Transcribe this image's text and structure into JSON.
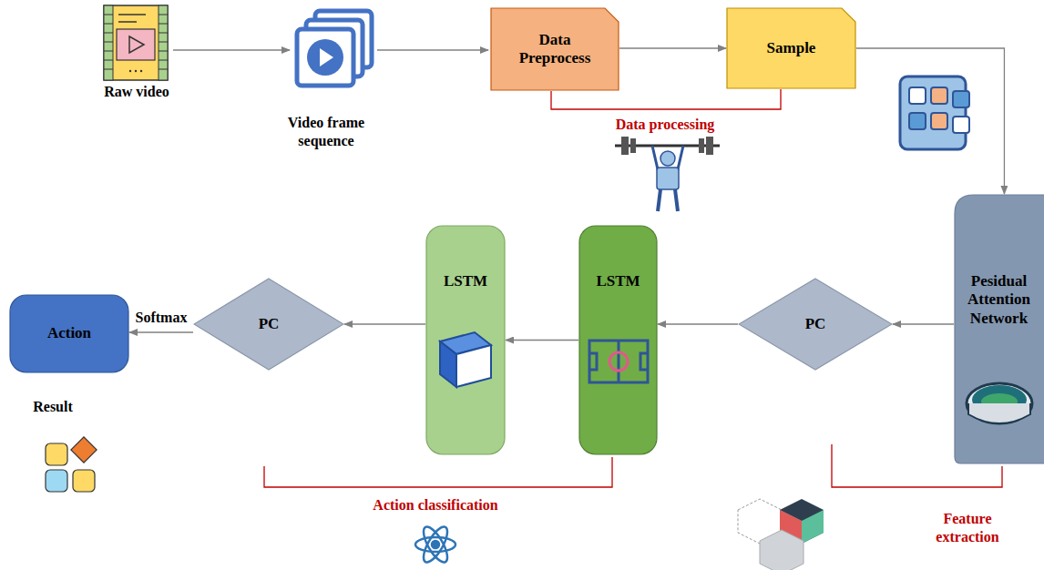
{
  "diagram": {
    "nodes": [
      {
        "text": [
          "Data Preprocess"
        ]
      },
      {
        "text": [
          "Sample"
        ]
      },
      {
        "text": [
          "Pesidual Attention Network"
        ]
      },
      {
        "text": [
          "PC"
        ]
      },
      {
        "text": [
          "LSTM"
        ]
      },
      {
        "text": [
          "LSTM"
        ]
      },
      {
        "text": [
          "PC"
        ]
      },
      {
        "text": [
          "Action"
        ]
      }
    ],
    "edges": [
      {
        "from": 0,
        "to": 1,
        "arrow": "to"
      },
      {
        "from": 1,
        "to": 2,
        "arrow": "to"
      },
      {
        "from": 2,
        "to": 3,
        "arrow": "to"
      },
      {
        "from": 3,
        "to": 4,
        "arrow": "to"
      },
      {
        "from": 4,
        "to": 5,
        "arrow": "to"
      },
      {
        "from": 5,
        "to": 6,
        "arrow": "to"
      },
      {
        "from": 6,
        "to": 7,
        "label": "Softmax",
        "arrow": "to"
      }
    ],
    "labels": [
      "Raw video",
      "Video frame sequence",
      "Data processing",
      "Action classification",
      "Feature extraction",
      "Result"
    ]
  }
}
